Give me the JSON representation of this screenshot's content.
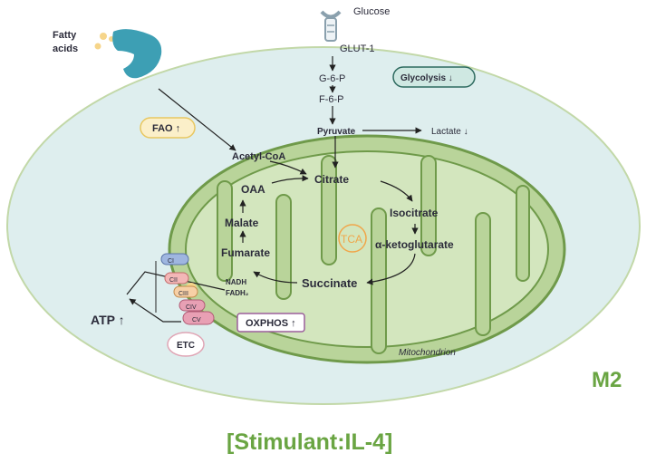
{
  "labels": {
    "glucose": "Glucose",
    "glut1": "GLUT-1",
    "g6p": "G-6-P",
    "f6p": "F-6-P",
    "glycolysis": "Glycolysis ↓",
    "fatty_acids_line1": "Fatty",
    "fatty_acids_line2": "acids",
    "fao": "FAO ↑",
    "pyruvate": "Pyruvate",
    "lactate": "Lactate ↓",
    "acetyl_coa": "Acetyl-CoA",
    "citrate": "Citrate",
    "oaa": "OAA",
    "isocitrate": "Isocitrate",
    "malate": "Malate",
    "tca": "TCA",
    "a_ketoglutarate": "α-ketoglutarate",
    "fumarate": "Fumarate",
    "succinate": "Succinate",
    "nadh": "NADH",
    "fadh2": "FADH₂",
    "oxphos": "OXPHOS ↑",
    "atp": "ATP ↑",
    "etc": "ETC",
    "mitochondrion": "Mitochondrion",
    "complexes": [
      "CI",
      "CII",
      "CIII",
      "CIV",
      "CV"
    ]
  },
  "cell_type": "M2",
  "stimulant": "[Stimulant:IL-4]",
  "colors": {
    "cell_fill": "#deeeee",
    "cell_stroke": "#c2d8a8",
    "mito_fill": "#b9d49a",
    "mito_stroke": "#6f9a4a",
    "matrix_fill": "#d3e6be",
    "accent_green": "#6aa543",
    "tca_orange": "#f0a64a",
    "fao_fill": "#fbefc9",
    "fao_stroke": "#e8c760",
    "glycolysis_fill": "#cfe8e2",
    "glycolysis_stroke": "#2d6a5f",
    "oxphos_stroke": "#9b5f9b",
    "etc_stroke": "#e0a5b5",
    "receptor_blue": "#3d9fb4",
    "fatty_dots": "#f6d58a"
  }
}
